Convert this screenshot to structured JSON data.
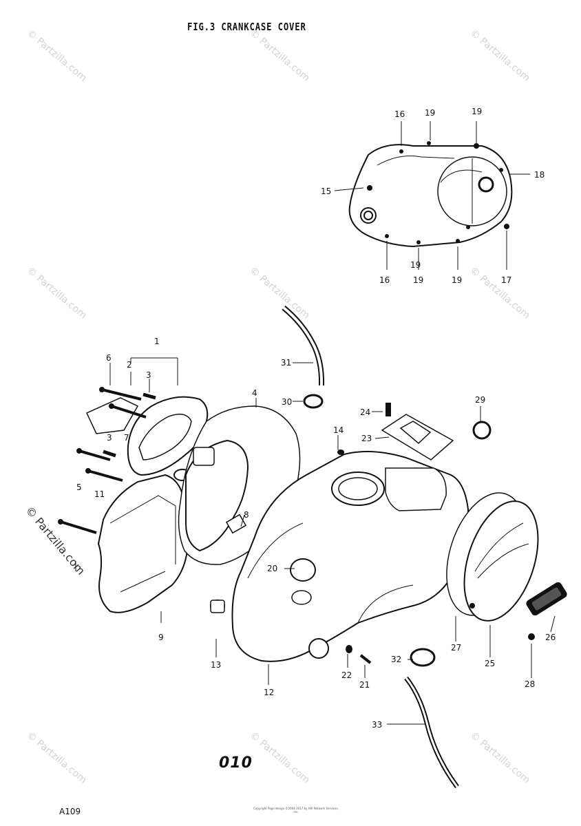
{
  "title": "FIG.3  CRANKCASE COVER",
  "page_number": "010",
  "diagram_code": "A109",
  "copyright": "Copyright  Page design ©2004-2017 by ARI Network Services, Inc.",
  "watermark": "© Partzilla.com",
  "labels": [
    "1",
    "2",
    "3",
    "3",
    "4",
    "5",
    "6",
    "7",
    "8",
    "9",
    "11",
    "12",
    "13",
    "14",
    "15",
    "16",
    "16",
    "17",
    "18",
    "19",
    "19",
    "19",
    "19",
    "19",
    "20",
    "21",
    "22",
    "23",
    "24",
    "25",
    "26",
    "27",
    "28",
    "29",
    "30",
    "31",
    "32",
    "33"
  ]
}
